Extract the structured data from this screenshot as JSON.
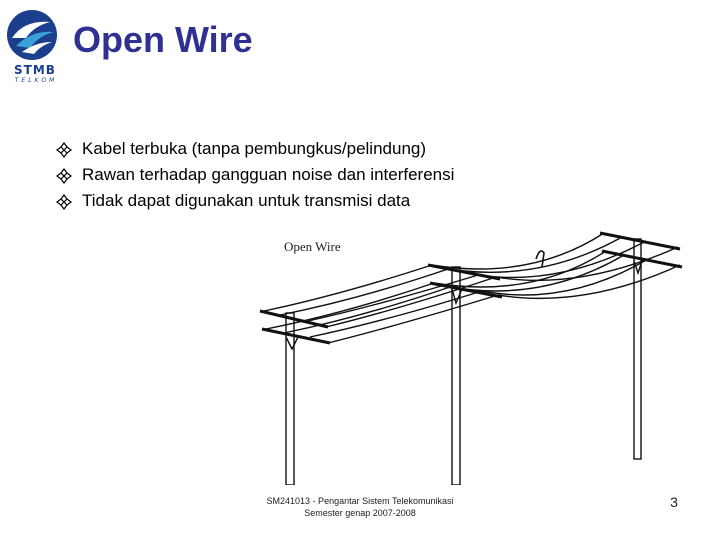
{
  "logo": {
    "icon": "stmb-telkom-logo",
    "word": "STMB",
    "sub": "TELKOM",
    "colors": {
      "primary": "#1b3f8c",
      "accent": "#3aa0d8"
    }
  },
  "slide": {
    "title": "Open Wire",
    "title_color": "#2e3192",
    "bullet_icon": "diamond-bullet-icon",
    "bullets": [
      "Kabel terbuka (tanpa pembungkus/pelindung)",
      "Rawan terhadap gangguan noise dan interferensi",
      "Tidak dapat digunakan untuk transmisi data"
    ]
  },
  "figure": {
    "label": "Open Wire",
    "icon": "utility-poles-illustration"
  },
  "footer": {
    "line1": "SM241013 - Pengantar Sistem Telekomunikasi",
    "line2": "Semester genap 2007-2008"
  },
  "page_number": "3"
}
